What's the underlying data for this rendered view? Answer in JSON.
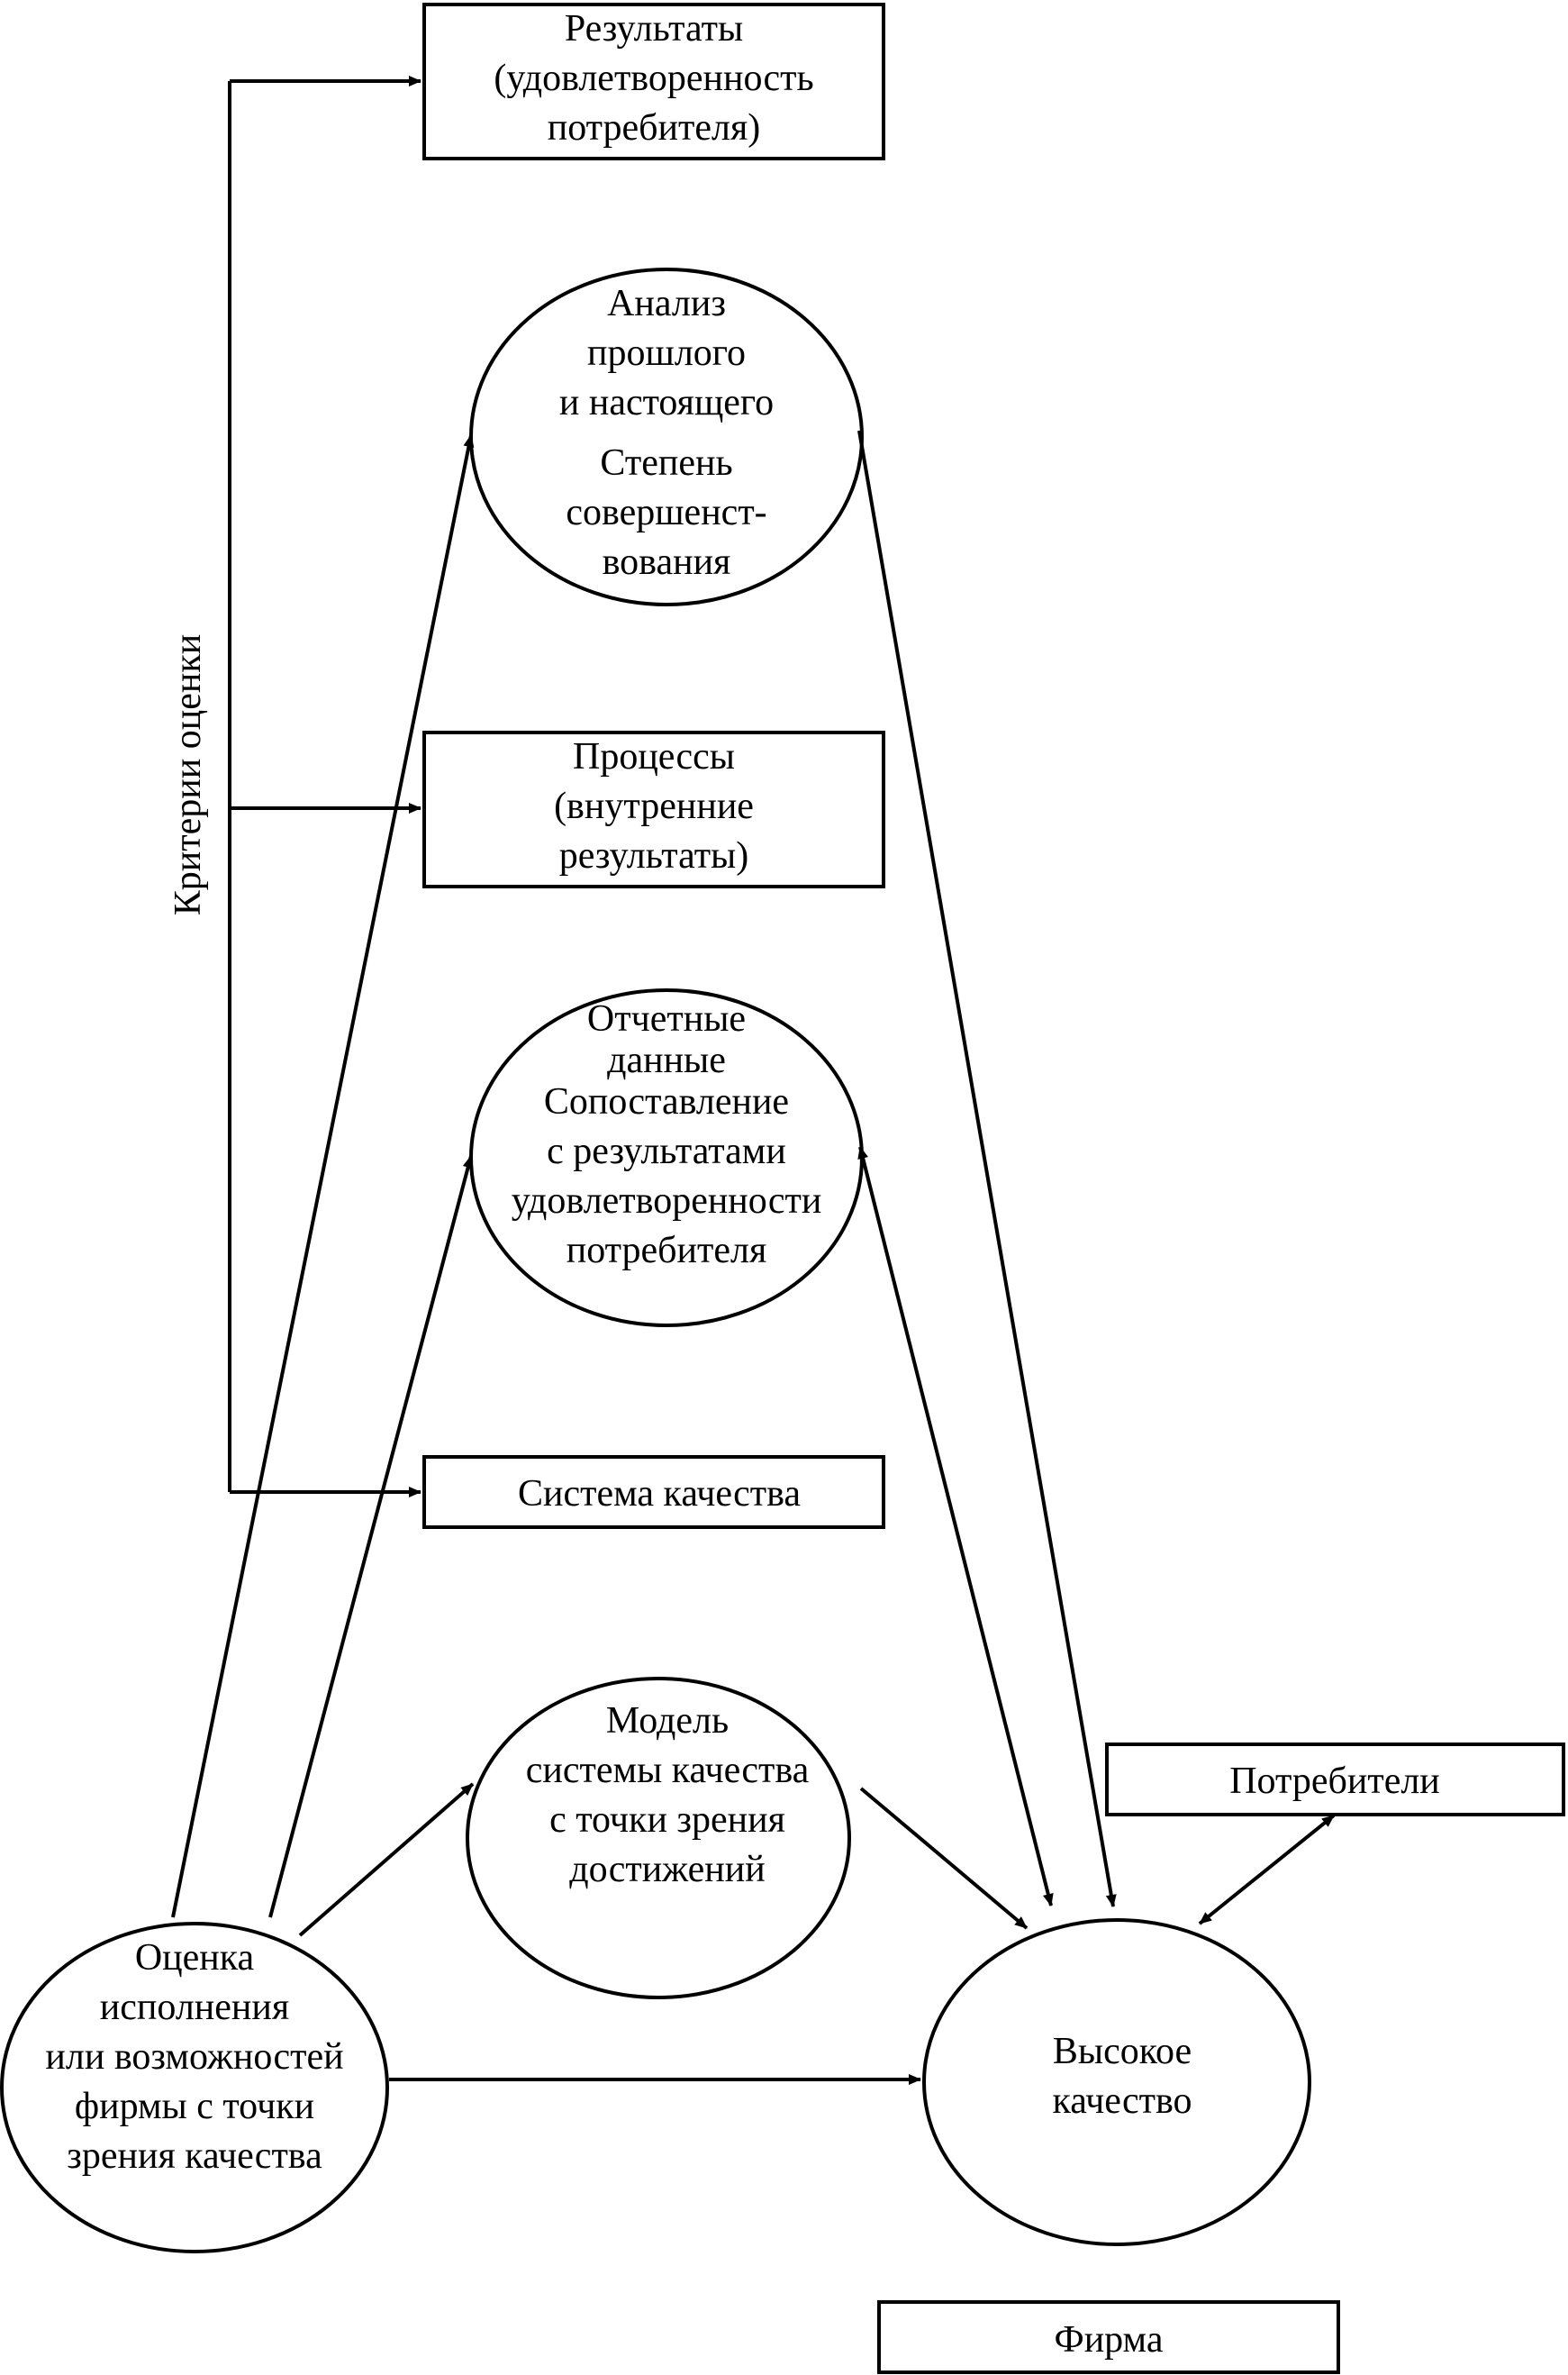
{
  "nodes": {
    "results": [
      "Результаты",
      "(удовлетворенность",
      "потребителя)"
    ],
    "analysis": [
      "Анализ",
      "прошлого",
      "и настоящего",
      "Степень",
      "совершенст-",
      "вования"
    ],
    "processes": [
      "Процессы",
      "(внутренние",
      "результаты)"
    ],
    "reports": [
      "Отчетные",
      "данные",
      "Сопоставление",
      "с результатами",
      "удовлетворенности",
      "потребителя"
    ],
    "quality_system": [
      "Система качества"
    ],
    "model": [
      "Модель",
      "системы качества",
      "с точки зрения",
      "достижений"
    ],
    "assessment": [
      "Оценка",
      "исполнения",
      "или возможностей",
      "фирмы с точки",
      "зрения качества"
    ],
    "high_quality": [
      "Высокое",
      "качество"
    ],
    "consumers": [
      "Потребители"
    ],
    "firm": [
      "Фирма"
    ]
  },
  "criteria_label": "Критерии оценки"
}
